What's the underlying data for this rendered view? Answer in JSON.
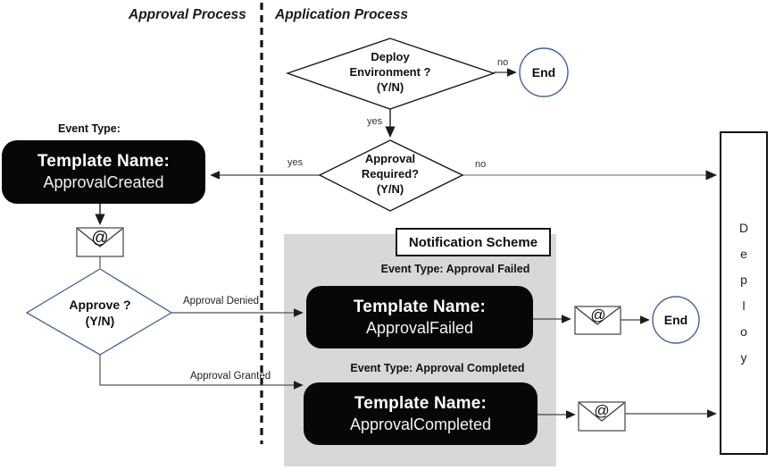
{
  "lanes": {
    "left_title": "Approval Process",
    "right_title": "Application Process"
  },
  "colors": {
    "box_black": "#070707",
    "panel_gray": "#d8d8d8",
    "end_circle_border": "#46619b",
    "approve_diamond_border": "#46619b",
    "line_dark": "#333333",
    "line_gray": "#9a9a9a"
  },
  "nodes": {
    "deploy_env_decision": {
      "label": "Deploy\nEnvironment ?\n(Y/N)"
    },
    "approval_required_decision": {
      "label": "Approval\nRequired?\n(Y/N)"
    },
    "approve_decision": {
      "label": "Approve ?\n(Y/N)"
    },
    "end_top": {
      "label": "End"
    },
    "end_mid": {
      "label": "End"
    },
    "approval_created": {
      "event_type_label": "Event Type:",
      "title": "Template Name:",
      "name": "ApprovalCreated"
    },
    "approval_failed": {
      "event_type_label": "Event Type: Approval Failed",
      "title": "Template Name:",
      "name": "ApprovalFailed"
    },
    "approval_completed": {
      "event_type_label": "Event Type: Approval Completed",
      "title": "Template Name:",
      "name": "ApprovalCompleted"
    },
    "notification_scheme": {
      "title": "Notification Scheme"
    },
    "deploy": {
      "label": "D\ne\np\nl\no\ny"
    }
  },
  "edges": {
    "deploy_no": "no",
    "deploy_yes": "yes",
    "required_yes": "yes",
    "required_no": "no",
    "approval_denied": "Approval Denied",
    "approval_granted": "Approval Granted"
  },
  "icons": {
    "at_symbol": "@"
  }
}
